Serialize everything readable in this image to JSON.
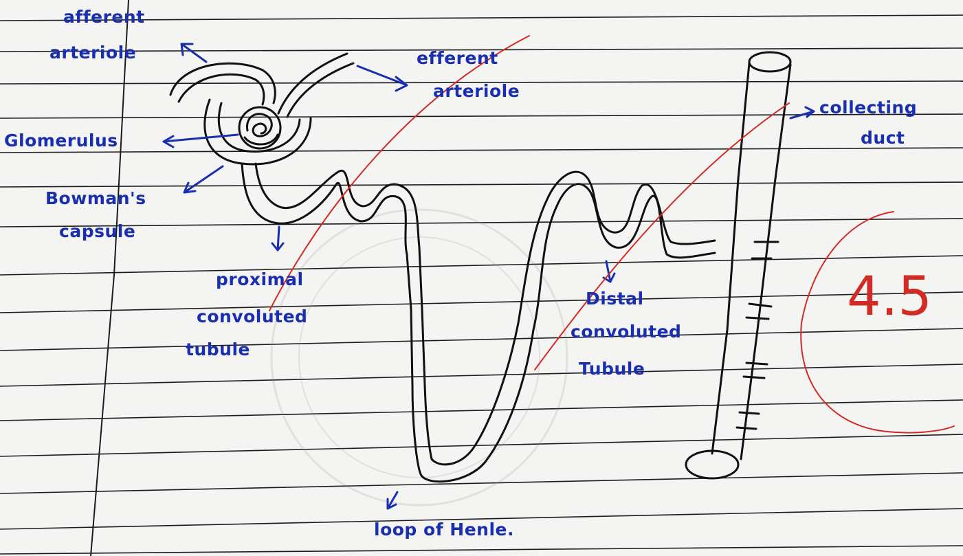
{
  "diagram": {
    "labels": {
      "afferent_arteriole_1": "afferent",
      "afferent_arteriole_2": "arteriole",
      "efferent_arteriole_1": "efferent",
      "efferent_arteriole_2": "arteriole",
      "glomerulus": "Glomerulus",
      "bowmans_capsule_1": "Bowman's",
      "bowmans_capsule_2": "capsule",
      "proximal_1": "proximal",
      "proximal_2": "convoluted",
      "proximal_3": "tubule",
      "distal_1": "Distal",
      "distal_2": "convoluted",
      "distal_3": "Tubule",
      "collecting_1": "collecting",
      "collecting_2": "duct",
      "loop_of_henle": "loop of Henle."
    },
    "grade": "4.5"
  },
  "colors": {
    "paper": "#f4f4f2",
    "ruled_line": "#1c1c1c",
    "drawing_ink": "#111111",
    "label_ink": "#1a2fb0",
    "grading_ink": "#d22a24"
  }
}
